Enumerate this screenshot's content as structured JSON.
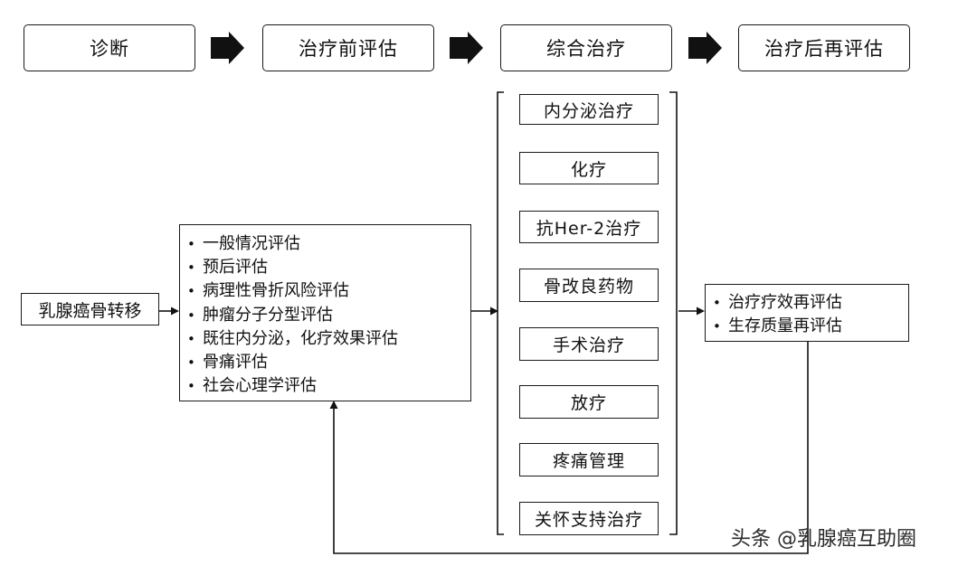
{
  "stages": [
    {
      "label": "诊断"
    },
    {
      "label": "治疗前评估"
    },
    {
      "label": "综合治疗"
    },
    {
      "label": "治疗后再评估"
    }
  ],
  "patient_label": "乳腺癌骨转移",
  "pre_assessment": [
    "一般情况评估",
    "预后评估",
    "病理性骨折风险评估",
    "肿瘤分子分型评估",
    "既往内分泌，化疗效果评估",
    "骨痛评估",
    "社会心理学评估"
  ],
  "therapies": [
    "内分泌治疗",
    "化疗",
    "抗Her-2治疗",
    "骨改良药物",
    "手术治疗",
    "放疗",
    "疼痛管理",
    "关怀支持治疗"
  ],
  "post_assessment": [
    "治疗疗效再评估",
    "生存质量再评估"
  ],
  "watermark": "头条 @乳腺癌互助圈"
}
